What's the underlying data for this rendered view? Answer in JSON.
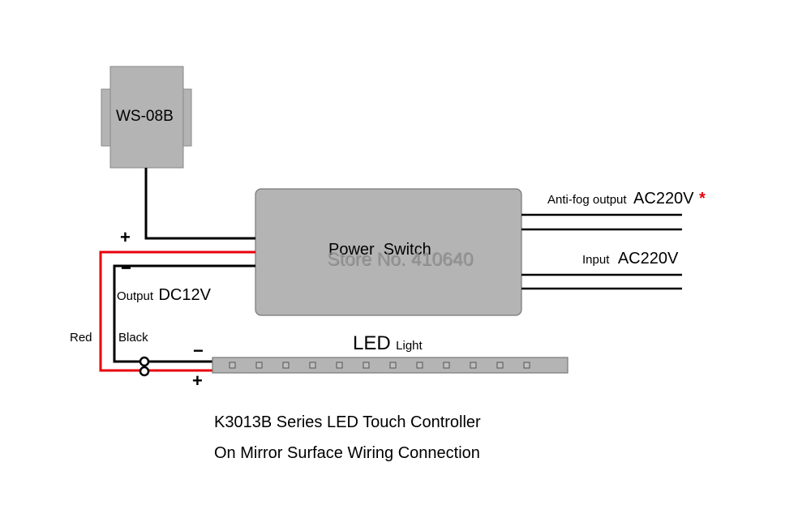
{
  "sensor": {
    "label": "WS-08B"
  },
  "power_switch": {
    "label": "Power  Switch"
  },
  "watermark": "Store No. 410640",
  "anti_fog": {
    "label": "Anti-fog output",
    "voltage": "AC220V",
    "mark": "*"
  },
  "input": {
    "label": "Input",
    "voltage": "AC220V"
  },
  "output": {
    "label": "Output",
    "voltage": "DC12V"
  },
  "polarity": {
    "plus": "+",
    "minus": "−"
  },
  "wires": {
    "red": "Red",
    "black": "Black"
  },
  "led": {
    "label": "LED",
    "sub": "Light",
    "chips": 12
  },
  "caption": {
    "line1": "K3013B Series LED Touch Controller",
    "line2": "On Mirror Surface Wiring Connection"
  },
  "colors": {
    "box": "#b4b4b4",
    "red_wire": "#e8000b",
    "wire": "#000000",
    "asterisk": "#e8000b"
  }
}
